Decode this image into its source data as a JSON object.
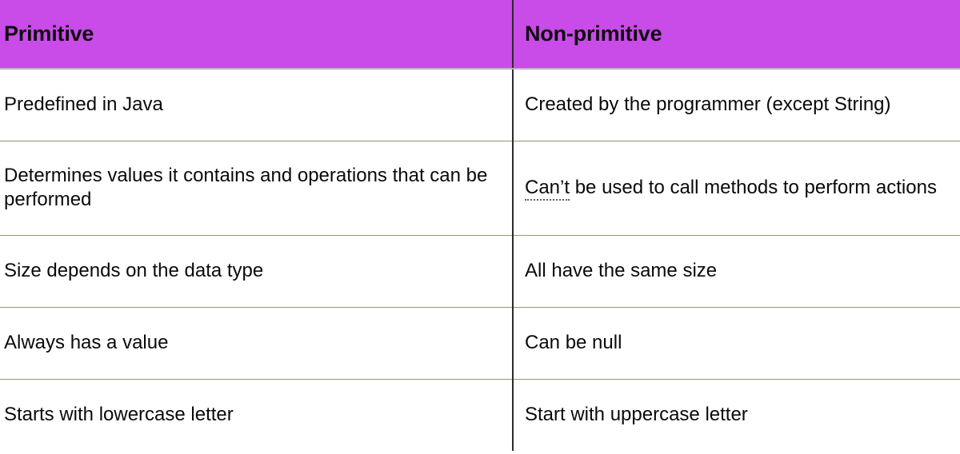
{
  "table": {
    "columns": [
      {
        "label": "Primitive"
      },
      {
        "label": "Non-primitive"
      }
    ],
    "header_background": "#c94be8",
    "header_text_color": "#0d0d0d",
    "row_divider_color": "#8b9a74",
    "column_divider_color": "#2b2b2b",
    "rows": [
      {
        "left": "Predefined in Java",
        "right": "Created by the programmer (except String)"
      },
      {
        "left": "Determines values it contains and operations that can be performed",
        "right_prefix": "Can’t",
        "right_rest": " be used to call methods to perform actions"
      },
      {
        "left": "Size depends on the data type",
        "right": "All have the same size"
      },
      {
        "left": "Always has a value",
        "right": "Can be null"
      },
      {
        "left": "Starts with lowercase letter",
        "right": "Start with uppercase letter"
      }
    ]
  }
}
